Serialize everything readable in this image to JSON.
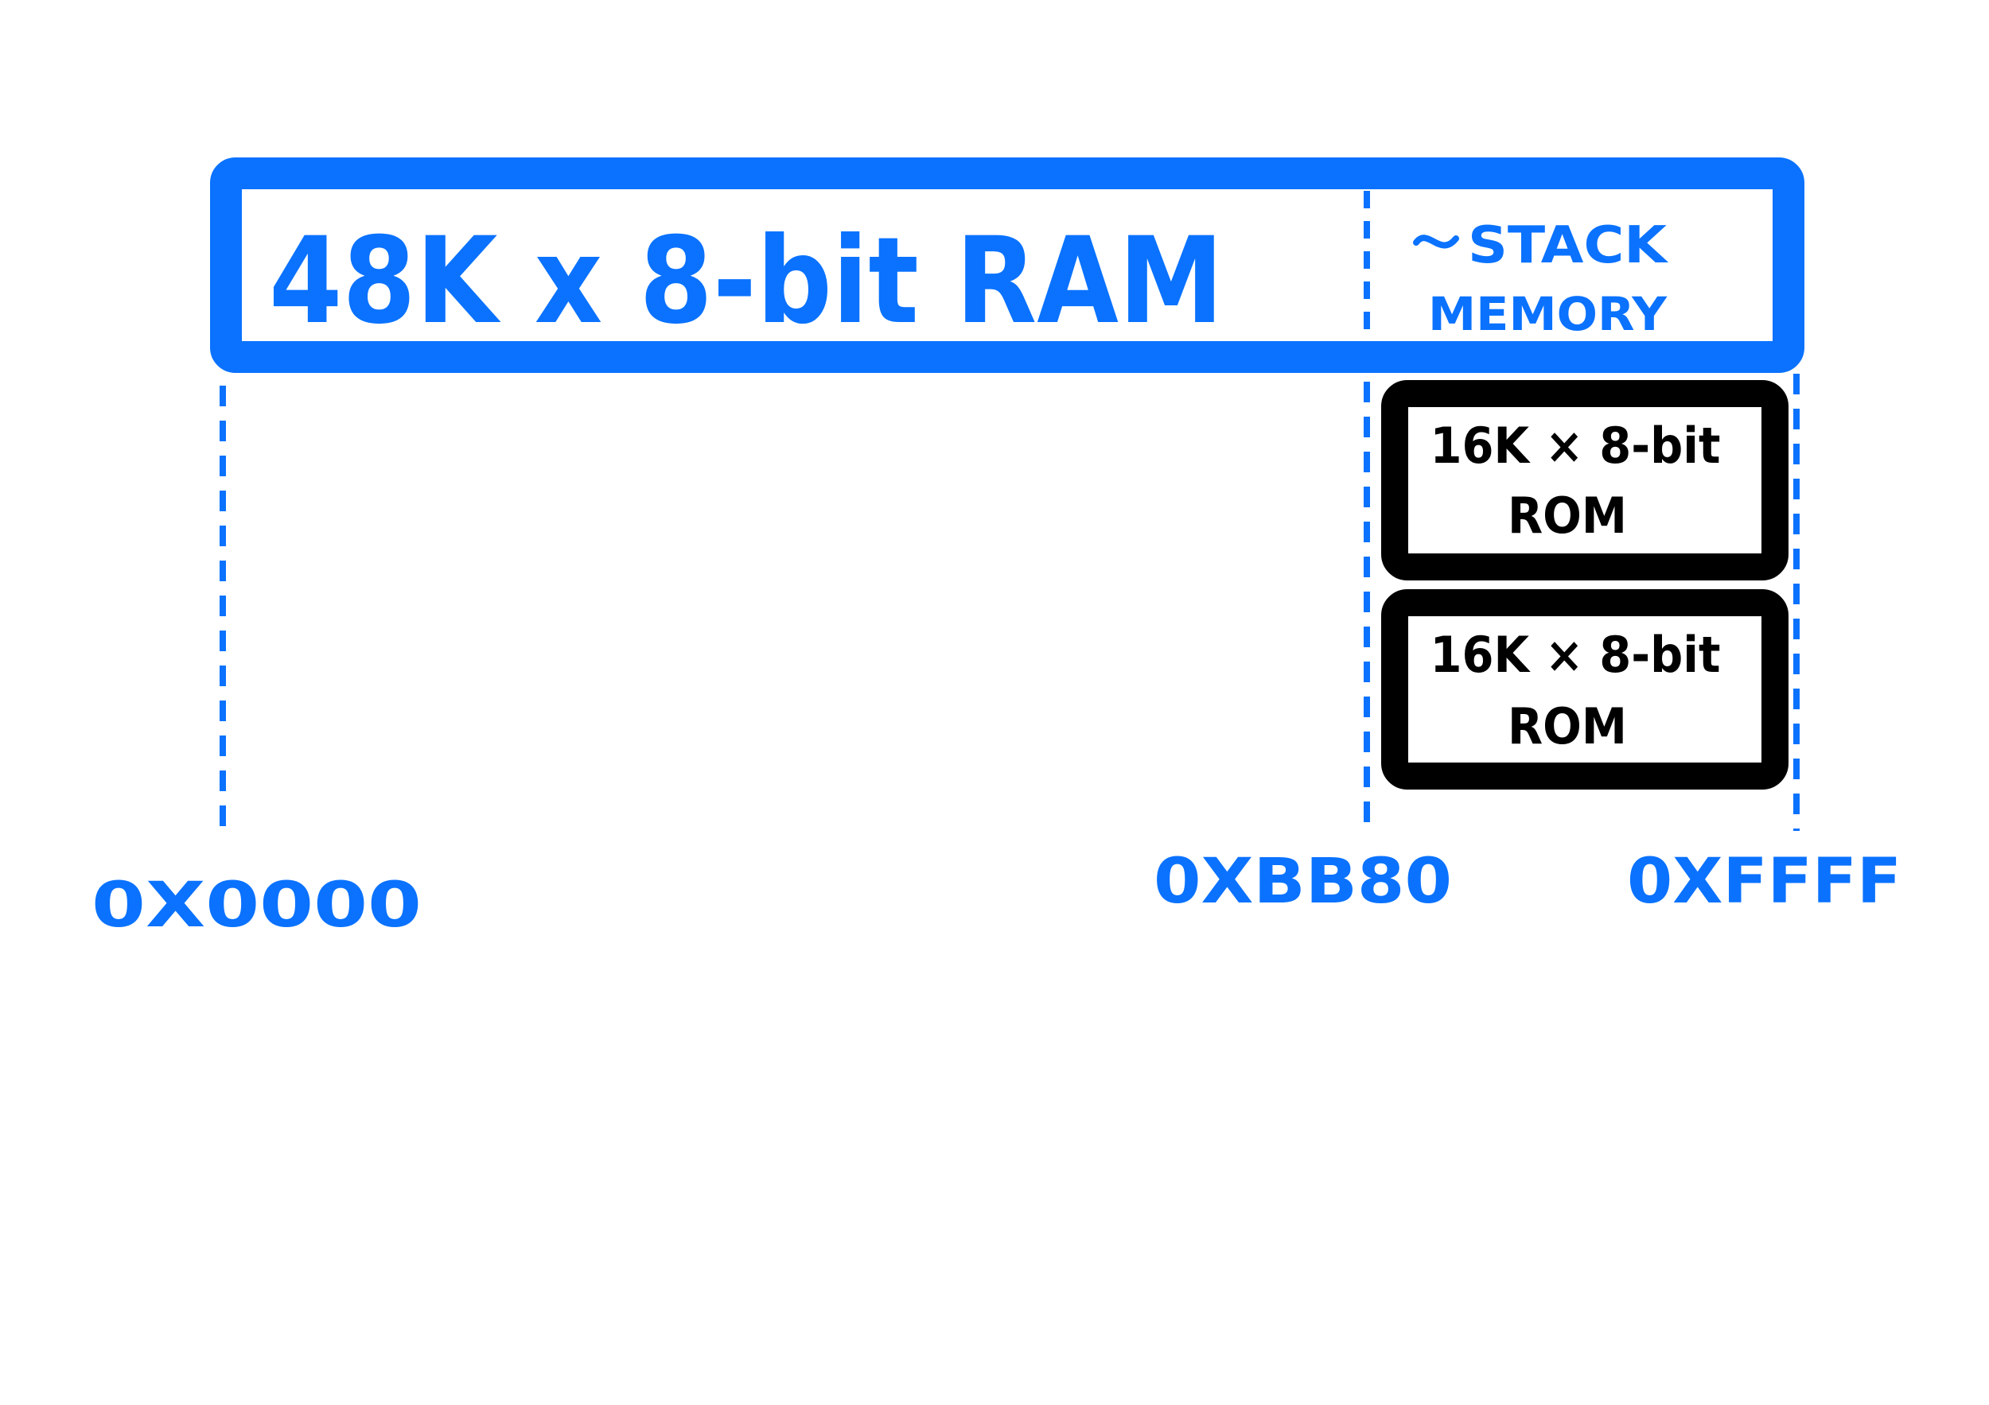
{
  "diagram": {
    "ram_label": "48K x 8-bit RAM",
    "stack_label_line1": "STACK",
    "stack_label_line2": "MEMORY",
    "rom_blocks": [
      {
        "line1": "16K × 8-bit",
        "line2": "ROM"
      },
      {
        "line1": "16K × 8-bit",
        "line2": "ROM"
      }
    ],
    "addresses": {
      "start": "0X0000",
      "mid": "0XBB80",
      "end": "0XFFFF"
    },
    "colors": {
      "blue": "#0a72ff",
      "black": "#000000",
      "background": "#ffffff"
    }
  }
}
